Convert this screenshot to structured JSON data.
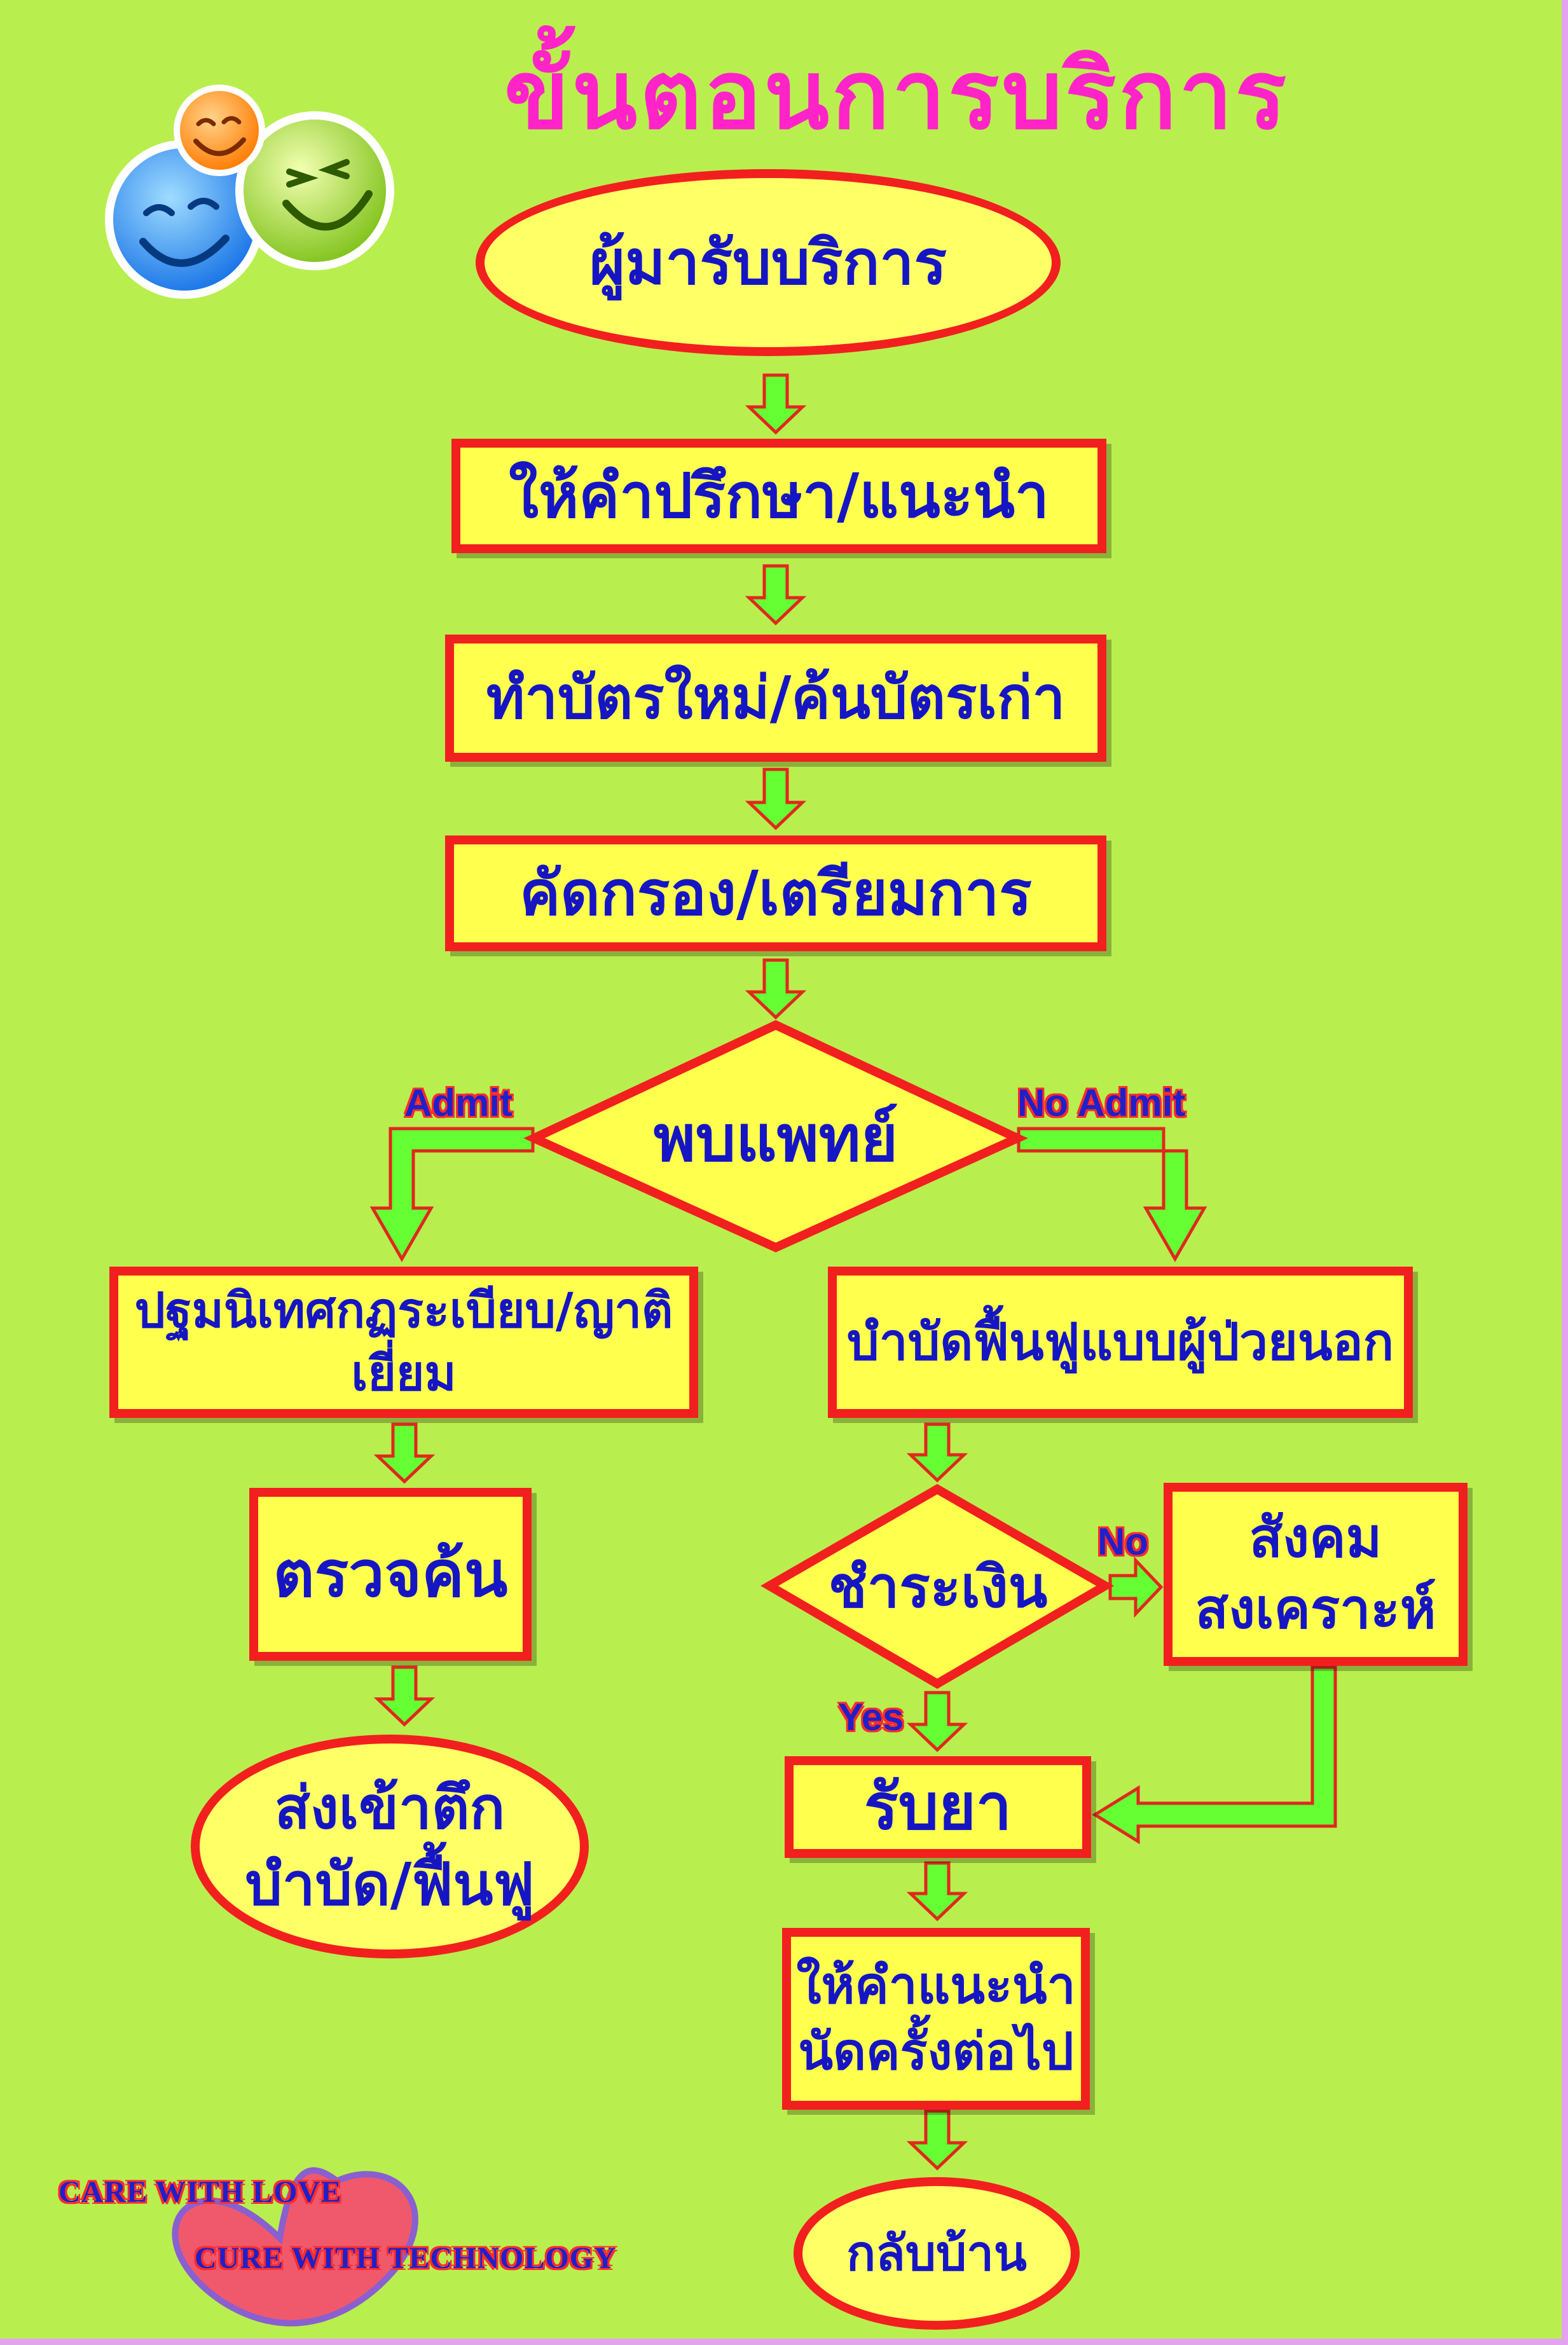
{
  "title": "ขั้นตอนการบริการ",
  "nodes": {
    "start": "ผู้มารับบริการ",
    "advice": "ให้คำปรึกษา/แนะนำ",
    "card": "ทำบัตรใหม่/ค้นบัตรเก่า",
    "screen": "คัดกรอง/เตรียมการ",
    "doctor": "พบแพทย์",
    "orientation": "ปฐมนิเทศกฏระเบียบ/ญาติเยี่ยม",
    "outpatient": "บำบัดฟื้นฟูแบบผู้ป่วยนอก",
    "examine": "ตรวจค้น",
    "ward_line1": "ส่งเข้าตึก",
    "ward_line2": "บำบัด/ฟื้นฟู",
    "pay": "ชำระเงิน",
    "social_line1": "สังคม",
    "social_line2": "สงเคราะห์",
    "medicine": "รับยา",
    "followup_line1": "ให้คำแนะนำ",
    "followup_line2": "นัดครั้งต่อไป",
    "home": "กลับบ้าน"
  },
  "edge_labels": {
    "admit": "Admit",
    "no_admit": "No Admit",
    "no": "No",
    "yes": "Yes"
  },
  "slogan": {
    "line1": "CARE WITH LOVE",
    "line2": "CURE WITH TECHNOLOGY"
  },
  "colors": {
    "background": "#b9ee4f",
    "node_fill": "#ffff4e",
    "node_border": "#f21f1f",
    "node_text": "#1515c4",
    "title": "#ff23c8",
    "arrow_fill": "#66ff33",
    "arrow_stroke": "#e0281e"
  },
  "icons": [
    "smiley-faces-icon",
    "heart-icon"
  ]
}
